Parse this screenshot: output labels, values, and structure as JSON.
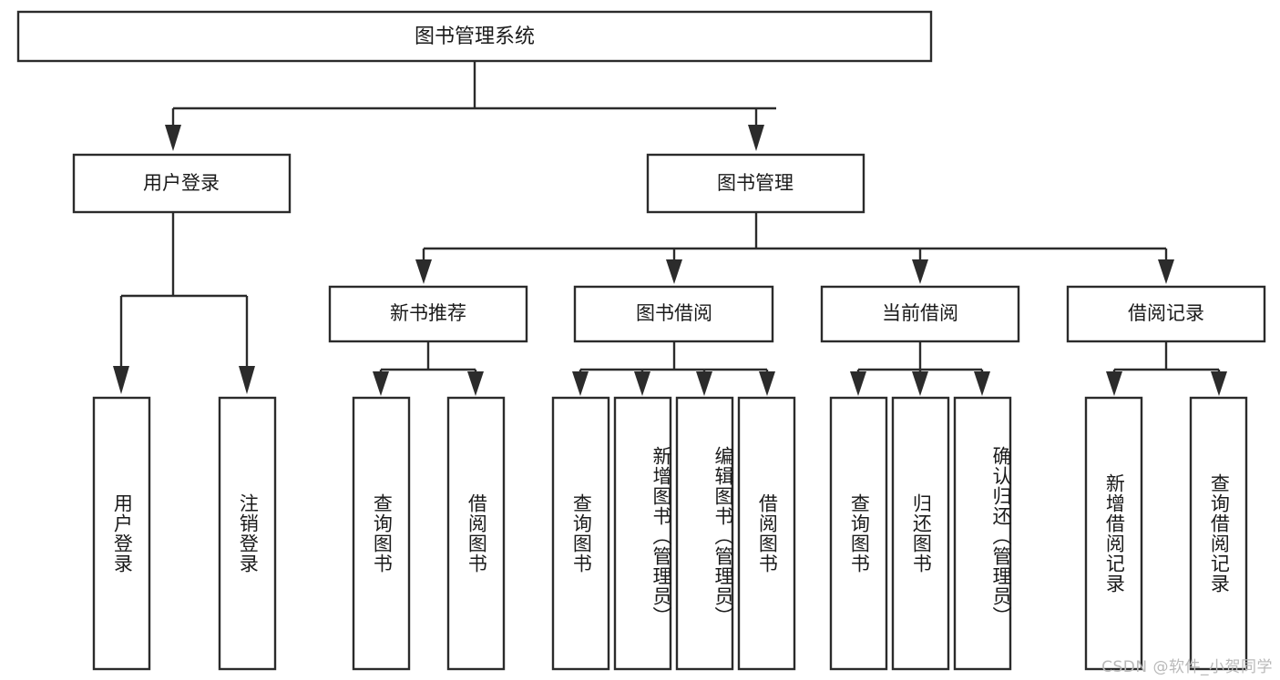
{
  "diagram": {
    "type": "tree-hierarchy",
    "title": "图书管理系统",
    "orientation": "top-down",
    "style": {
      "box_fill": "#ffffff",
      "box_stroke": "#2b2b2b",
      "text_color": "#1a1a1a",
      "background": "#ffffff",
      "watermark_color": "#b9b9b9"
    },
    "root": {
      "id": "root",
      "label": "图书管理系统"
    },
    "level2": [
      {
        "id": "user-login",
        "label": "用户登录"
      },
      {
        "id": "book-manage",
        "label": "图书管理"
      }
    ],
    "level3": [
      {
        "id": "new-book-recommend",
        "label": "新书推荐",
        "parent": "book-manage"
      },
      {
        "id": "book-borrow",
        "label": "图书借阅",
        "parent": "book-manage"
      },
      {
        "id": "current-borrow",
        "label": "当前借阅",
        "parent": "book-manage"
      },
      {
        "id": "borrow-record",
        "label": "借阅记录",
        "parent": "book-manage"
      }
    ],
    "leaves": {
      "user-login": [
        {
          "id": "leaf-user-login",
          "label": "用户登录"
        },
        {
          "id": "leaf-user-logout",
          "label": "注销登录"
        }
      ],
      "new-book-recommend": [
        {
          "id": "leaf-query-book-1",
          "label": "查询图书"
        },
        {
          "id": "leaf-borrow-book-1",
          "label": "借阅图书"
        }
      ],
      "book-borrow": [
        {
          "id": "leaf-query-book-2",
          "label": "查询图书"
        },
        {
          "id": "leaf-add-book",
          "label": "新增图书（管理员）"
        },
        {
          "id": "leaf-edit-book",
          "label": "编辑图书（管理员）"
        },
        {
          "id": "leaf-borrow-book-2",
          "label": "借阅图书"
        }
      ],
      "current-borrow": [
        {
          "id": "leaf-query-book-3",
          "label": "查询图书"
        },
        {
          "id": "leaf-return-book",
          "label": "归还图书"
        },
        {
          "id": "leaf-confirm-return",
          "label": "确认归还（管理员）"
        }
      ],
      "borrow-record": [
        {
          "id": "leaf-add-record",
          "label": "新增借阅记录"
        },
        {
          "id": "leaf-query-record",
          "label": "查询借阅记录"
        }
      ]
    }
  },
  "watermark": {
    "text": "CSDN @软件_小贺同学"
  }
}
